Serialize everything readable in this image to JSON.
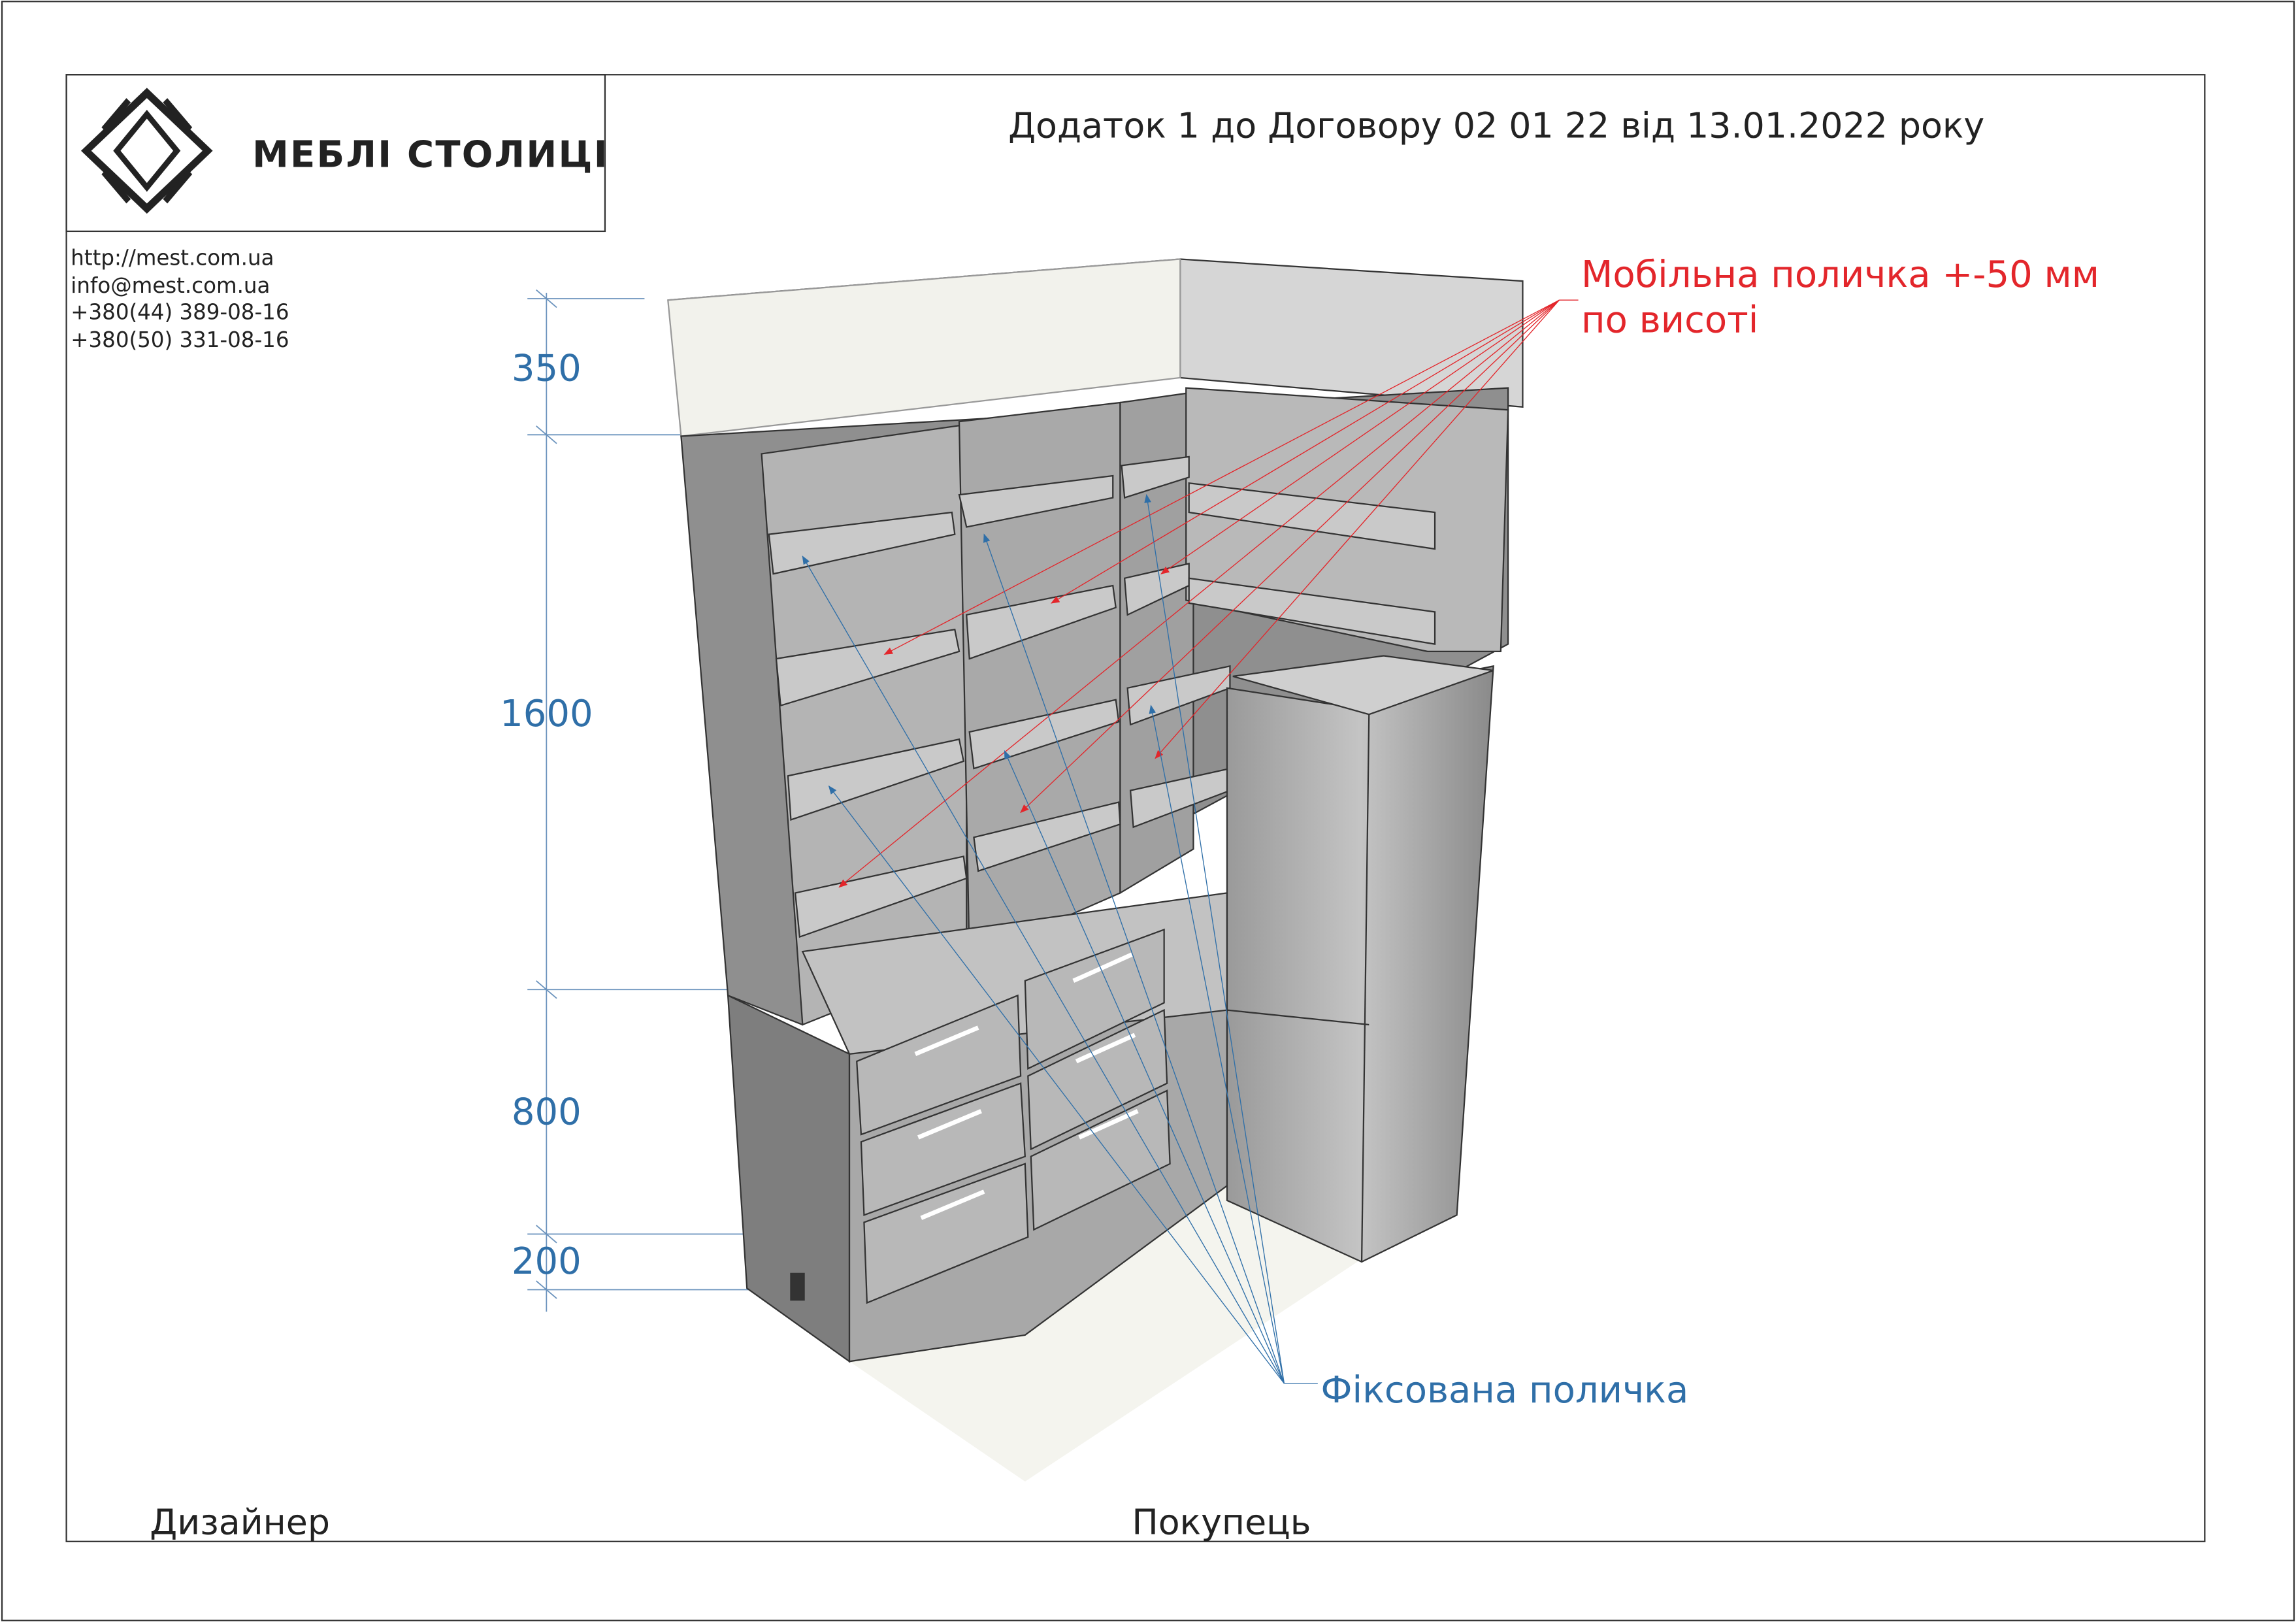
{
  "header": {
    "brand_name": "МЕБЛІ СТОЛИЦІ",
    "title": "Додаток 1 до Договору 02 01 22 від 13.01.2022 року"
  },
  "contacts": {
    "website": "http://mest.com.ua",
    "email": "info@mest.com.ua",
    "phone1": "+380(44)   389-08-16",
    "phone2": "+380(50)   331-08-16"
  },
  "dimensions": {
    "top_gap": "350",
    "upper_unit": "1600",
    "lower_unit": "800",
    "plinth": "200"
  },
  "annotations": {
    "mobile_shelf_line1": "Мобільна поличка +-50 мм",
    "mobile_shelf_line2": "по висоті",
    "fixed_shelf": "Фіксована поличка"
  },
  "footer": {
    "designer": "Дизайнер",
    "buyer": "Покупець"
  },
  "colors": {
    "dimension_blue": "#2f6fa8",
    "annotation_red": "#e3262b",
    "frame": "#333333"
  }
}
